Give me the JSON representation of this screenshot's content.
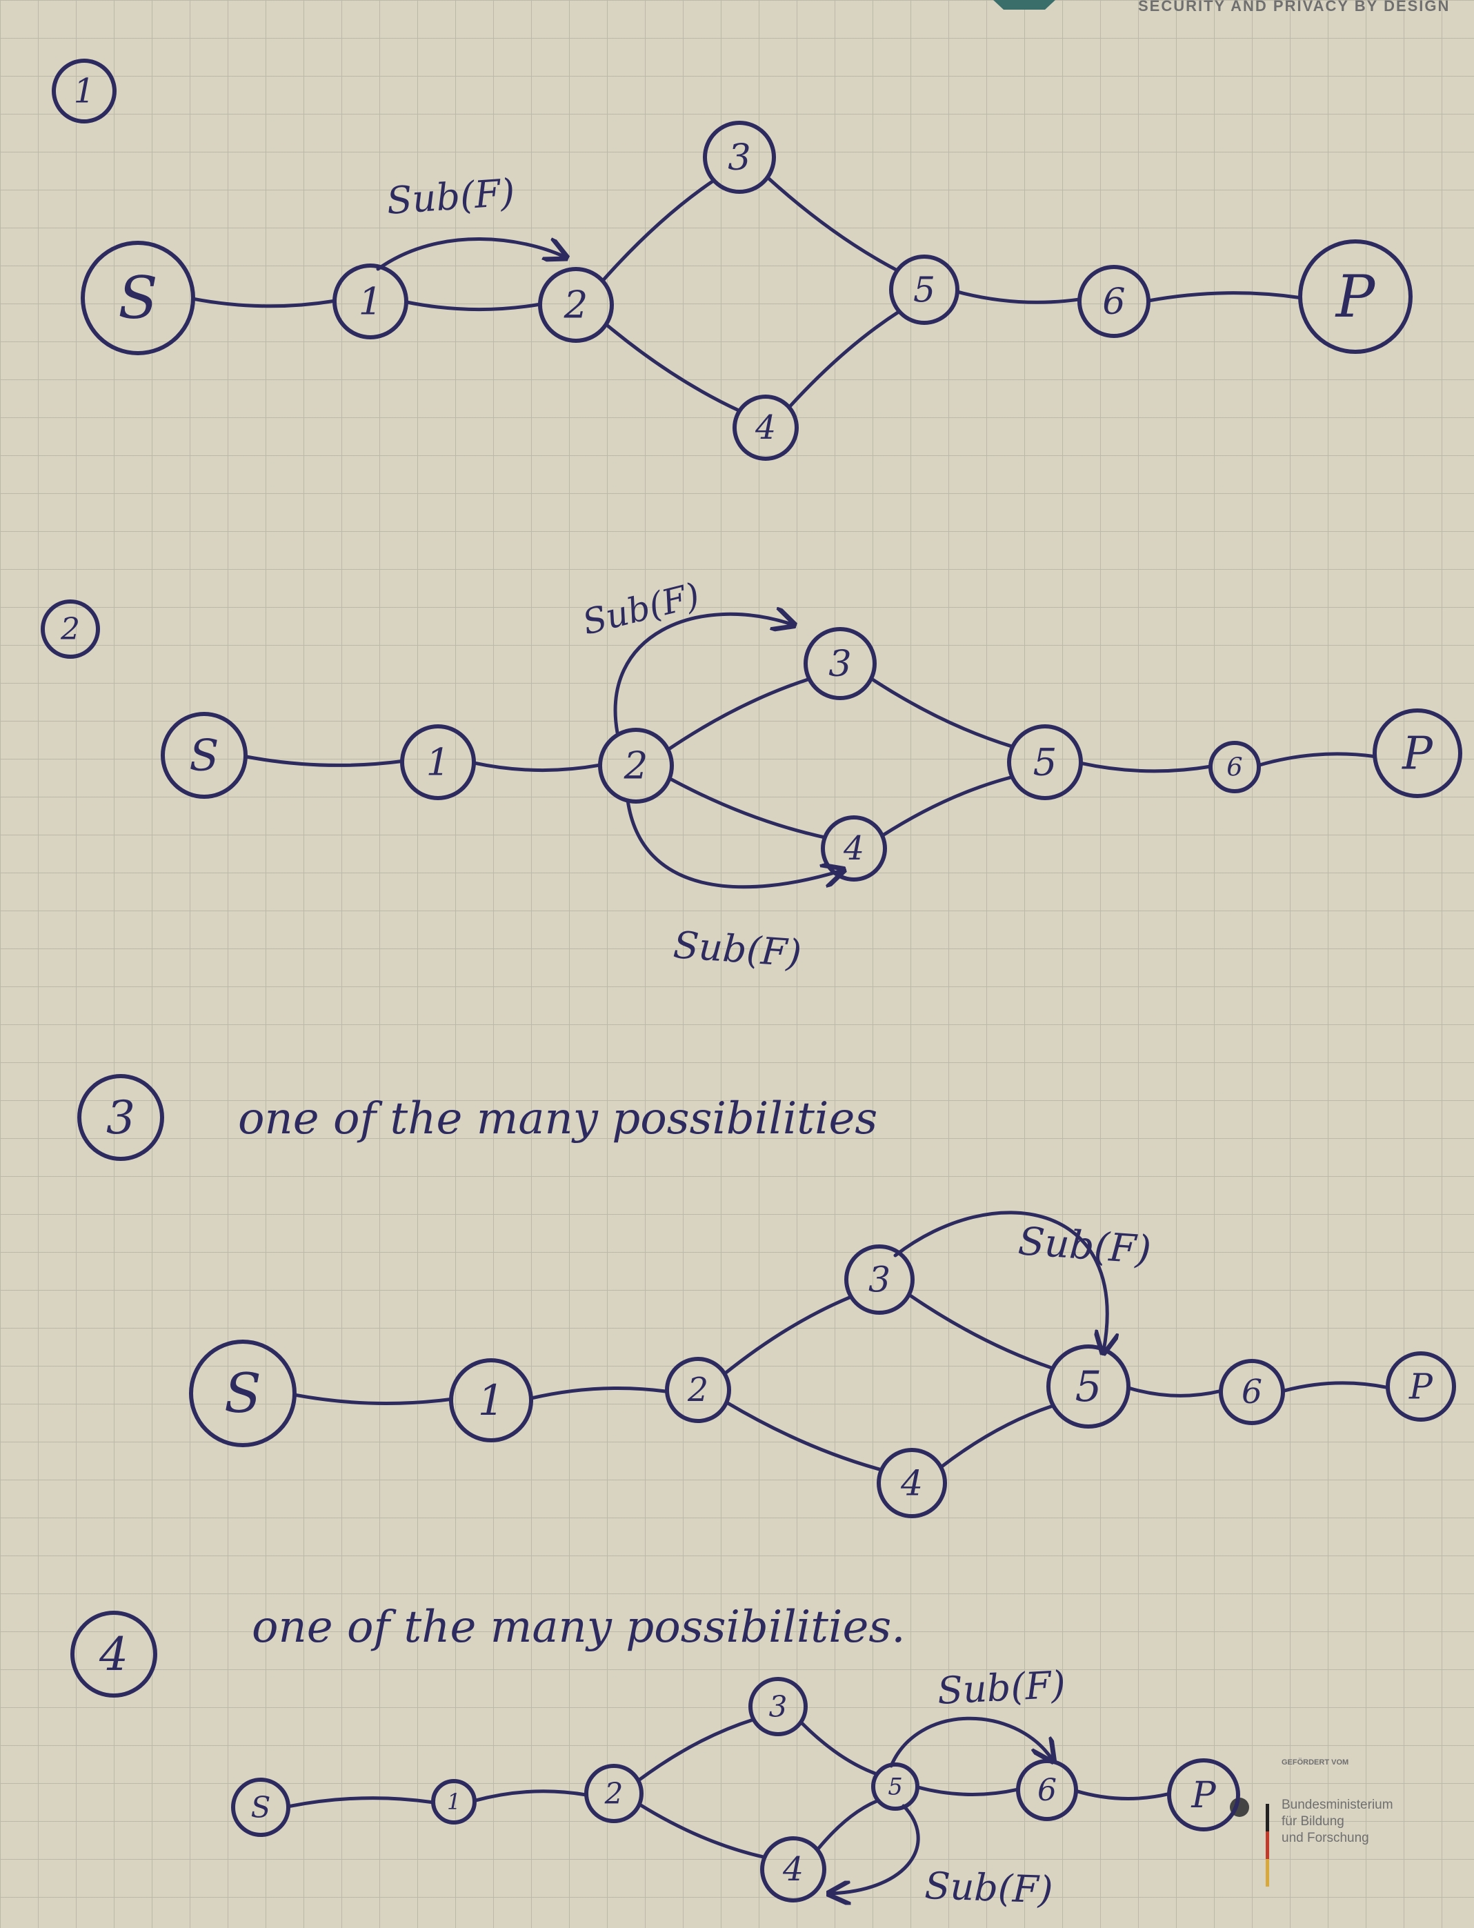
{
  "header": {
    "text": "SECURITY AND PRIVACY BY DESIGN"
  },
  "sponsor": {
    "funded_by": "GEFÖRDERT VOM",
    "line1": "Bundesministerium",
    "line2": "für Bildung",
    "line3": "und Forschung"
  },
  "diagrams": [
    {
      "number": "1",
      "caption": "",
      "nodes": [
        {
          "id": "S",
          "label": "S"
        },
        {
          "id": "1",
          "label": "1"
        },
        {
          "id": "2",
          "label": "2"
        },
        {
          "id": "3",
          "label": "3"
        },
        {
          "id": "4",
          "label": "4"
        },
        {
          "id": "5",
          "label": "5"
        },
        {
          "id": "6",
          "label": "6"
        },
        {
          "id": "P",
          "label": "P"
        }
      ],
      "annotations": [
        {
          "label": "Sub(F)",
          "from": "1",
          "to": "2"
        }
      ]
    },
    {
      "number": "2",
      "caption": "",
      "nodes": [
        {
          "id": "S",
          "label": "S"
        },
        {
          "id": "1",
          "label": "1"
        },
        {
          "id": "2",
          "label": "2"
        },
        {
          "id": "3",
          "label": "3"
        },
        {
          "id": "4",
          "label": "4"
        },
        {
          "id": "5",
          "label": "5"
        },
        {
          "id": "6",
          "label": "6"
        },
        {
          "id": "P",
          "label": "P"
        }
      ],
      "annotations": [
        {
          "label": "Sub(F)",
          "from": "2",
          "to": "3"
        },
        {
          "label": "Sub(F)",
          "from": "2",
          "to": "4"
        }
      ]
    },
    {
      "number": "3",
      "caption": "one of the many possibilities",
      "nodes": [
        {
          "id": "S",
          "label": "S"
        },
        {
          "id": "1",
          "label": "1"
        },
        {
          "id": "2",
          "label": "2"
        },
        {
          "id": "3",
          "label": "3"
        },
        {
          "id": "4",
          "label": "4"
        },
        {
          "id": "5",
          "label": "5"
        },
        {
          "id": "6",
          "label": "6"
        },
        {
          "id": "P",
          "label": "P"
        }
      ],
      "annotations": [
        {
          "label": "Sub(F)",
          "from": "3",
          "to": "5"
        }
      ]
    },
    {
      "number": "4",
      "caption": "one of the many possibilities.",
      "nodes": [
        {
          "id": "S",
          "label": "S"
        },
        {
          "id": "1",
          "label": "1"
        },
        {
          "id": "2",
          "label": "2"
        },
        {
          "id": "3",
          "label": "3"
        },
        {
          "id": "4",
          "label": "4"
        },
        {
          "id": "5",
          "label": "5"
        },
        {
          "id": "6",
          "label": "6"
        },
        {
          "id": "P",
          "label": "P"
        }
      ],
      "annotations": [
        {
          "label": "Sub(F)",
          "from": "5",
          "to": "6"
        },
        {
          "label": "Sub(F)",
          "from": "5",
          "to": "4"
        }
      ]
    }
  ],
  "colors": {
    "paper": "#d9d4c2",
    "grid": "#b9b6a6",
    "ink": "#2c2a5e",
    "header_text": "#6f6f6f"
  }
}
